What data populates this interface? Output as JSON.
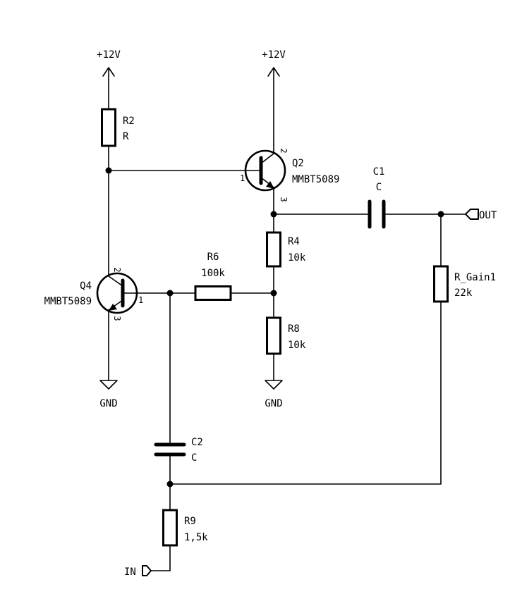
{
  "schematic": {
    "power": {
      "left": "+12V",
      "right": "+12V"
    },
    "ground": {
      "left": "GND",
      "right": "GND"
    },
    "ports": {
      "out": "OUT",
      "in": "IN"
    },
    "resistors": {
      "r2": {
        "ref": "R2",
        "value": "R"
      },
      "r4": {
        "ref": "R4",
        "value": "10k"
      },
      "r6": {
        "ref": "R6",
        "value": "100k"
      },
      "r8": {
        "ref": "R8",
        "value": "10k"
      },
      "r9": {
        "ref": "R9",
        "value": "1,5k"
      },
      "r_gain": {
        "ref": "R_Gain1",
        "value": "22k"
      }
    },
    "capacitors": {
      "c1": {
        "ref": "C1",
        "value": "C"
      },
      "c2": {
        "ref": "C2",
        "value": "C"
      }
    },
    "transistors": {
      "q2": {
        "ref": "Q2",
        "part": "MMBT5089",
        "pins": {
          "base": "1",
          "collector": "2",
          "emitter": "3"
        }
      },
      "q4": {
        "ref": "Q4",
        "part": "MMBT5089",
        "pins": {
          "base": "1",
          "collector": "2",
          "emitter": "3"
        }
      }
    }
  }
}
